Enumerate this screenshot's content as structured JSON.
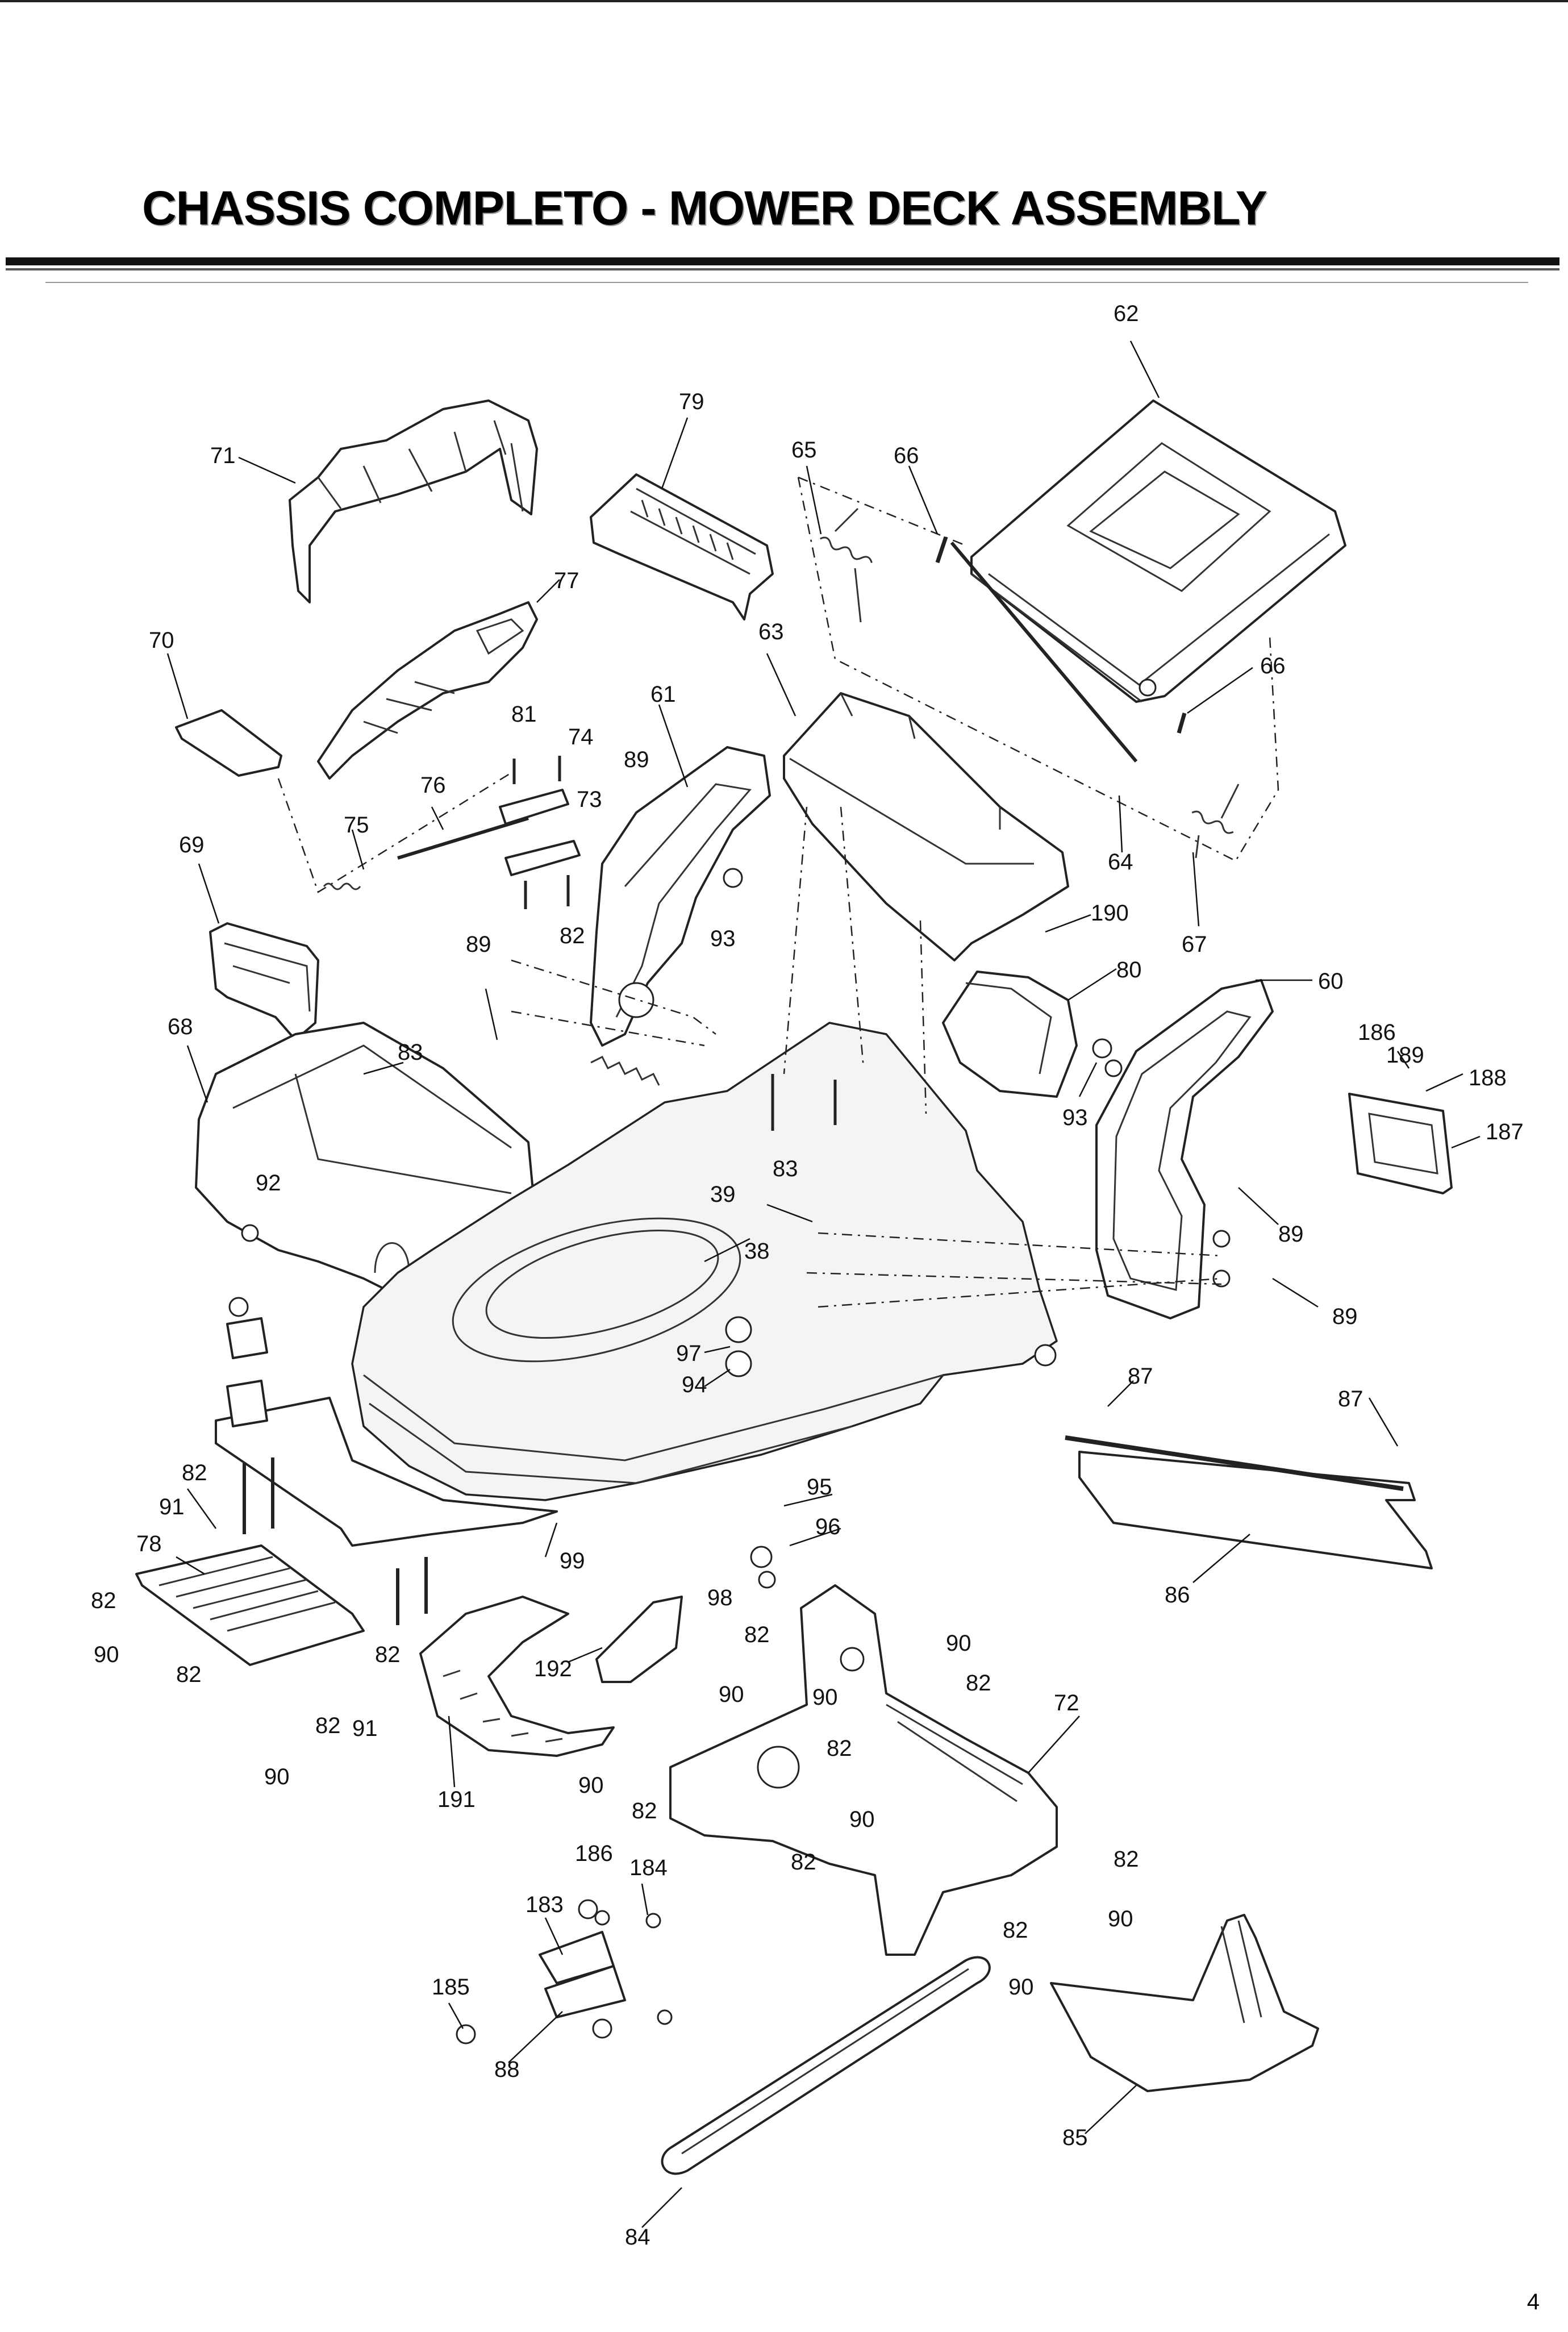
{
  "title": "CHASSIS COMPLETO - MOWER DECK ASSEMBLY",
  "page_number": "4",
  "callouts": {
    "c62": "62",
    "c79": "79",
    "c65": "65",
    "c66a": "66",
    "c66b": "66",
    "c71": "71",
    "c77": "77",
    "c70": "70",
    "c63": "63",
    "c61": "61",
    "c81": "81",
    "c74": "74",
    "c76": "76",
    "c73": "73",
    "c89a": "89",
    "c75": "75",
    "c69": "69",
    "c82a": "82",
    "c93a": "93",
    "c64": "64",
    "c190": "190",
    "c67": "67",
    "c89b": "89",
    "c80": "80",
    "c60": "60",
    "c68": "68",
    "c83a": "83",
    "c186a": "186",
    "c189": "189",
    "c188": "188",
    "c187": "187",
    "c93b": "93",
    "c92": "92",
    "c83b": "83",
    "c39": "39",
    "c38": "38",
    "c89c": "89",
    "c89d": "89",
    "c97": "97",
    "c94": "94",
    "c87a": "87",
    "c87b": "87",
    "c82b": "82",
    "c91a": "91",
    "c95": "95",
    "c96": "96",
    "c78": "78",
    "c99": "99",
    "c86": "86",
    "c82c": "82",
    "c98": "98",
    "c90a": "90",
    "c82d": "82",
    "c90b": "90",
    "c82e": "82",
    "c82f": "82",
    "c90c": "90",
    "c82g": "82",
    "c72": "72",
    "c192": "192",
    "c82h": "82",
    "c91b": "91",
    "c90d": "90",
    "c82i": "82",
    "c90e": "90",
    "c191": "191",
    "c90f": "90",
    "c82j": "82",
    "c82k": "82",
    "c186b": "186",
    "c184": "184",
    "c183": "183",
    "c90g": "90",
    "c82l": "82",
    "c90h": "90",
    "c82m": "82",
    "c90i": "90",
    "c185": "185",
    "c88": "88",
    "c85": "85",
    "c84": "84"
  }
}
